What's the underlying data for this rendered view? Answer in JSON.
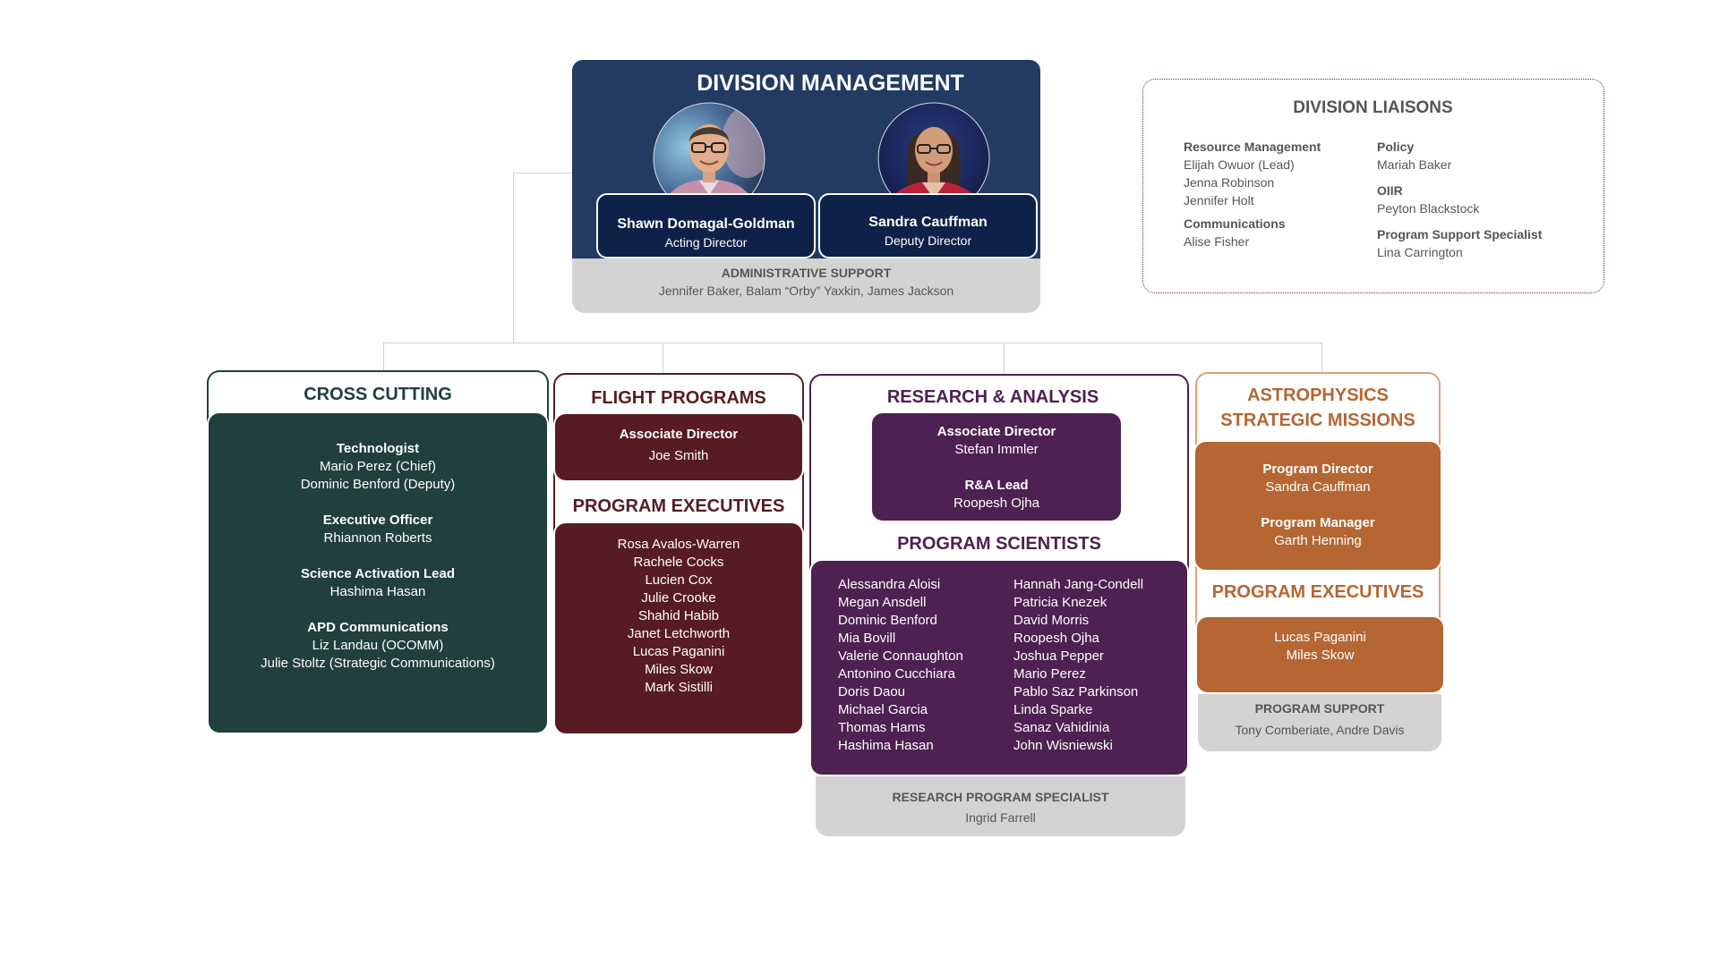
{
  "division_management": {
    "title": "DIVISION MANAGEMENT",
    "people": [
      {
        "name": "Shawn Domagal-Goldman",
        "role": "Acting Director"
      },
      {
        "name": "Sandra Cauffman",
        "role": "Deputy Director"
      }
    ],
    "admin_support": {
      "title": "ADMINISTRATIVE SUPPORT",
      "names": "Jennifer Baker, Balam “Orby” Yaxkin, James Jackson"
    }
  },
  "liaisons": {
    "title": "DIVISION LIAISONS",
    "left": [
      {
        "heading": "Resource Management",
        "names": [
          "Elijah Owuor (Lead)",
          "Jenna Robinson",
          "Jennifer Holt"
        ]
      },
      {
        "heading": "Communications",
        "names": [
          "Alise Fisher"
        ]
      }
    ],
    "right": [
      {
        "heading": "Policy",
        "names": [
          "Mariah Baker"
        ]
      },
      {
        "heading": "OIIR",
        "names": [
          "Peyton Blackstock"
        ]
      },
      {
        "heading": "Program Support Specialist",
        "names": [
          "Lina Carrington"
        ]
      }
    ]
  },
  "cross_cutting": {
    "title": "CROSS CUTTING",
    "groups": [
      {
        "heading": "Technologist",
        "names": [
          "Mario Perez (Chief)",
          "Dominic Benford (Deputy)"
        ]
      },
      {
        "heading": "Executive Officer",
        "names": [
          "Rhiannon Roberts"
        ]
      },
      {
        "heading": "Science Activation Lead",
        "names": [
          "Hashima Hasan"
        ]
      },
      {
        "heading": "APD Communications",
        "names": [
          "Liz Landau (OCOMM)",
          "Julie Stoltz (Strategic Communications)"
        ]
      }
    ]
  },
  "flight_programs": {
    "title": "FLIGHT PROGRAMS",
    "assoc_heading": "Associate Director",
    "assoc_name": "Joe Smith",
    "pe_title": "PROGRAM EXECUTIVES",
    "pe_names": [
      "Rosa Avalos-Warren",
      "Rachele Cocks",
      "Lucien Cox",
      "Julie Crooke",
      "Shahid Habib",
      "Janet Letchworth",
      "Lucas Paganini",
      "Miles Skow",
      "Mark Sistilli"
    ]
  },
  "research_analysis": {
    "title": "RESEARCH & ANALYSIS",
    "assoc_heading": "Associate Director",
    "assoc_name": "Stefan Immler",
    "lead_heading": "R&A Lead",
    "lead_name": "Roopesh Ojha",
    "ps_title": "PROGRAM SCIENTISTS",
    "ps_left": [
      "Alessandra Aloisi",
      "Megan Ansdell",
      "Dominic Benford",
      "Mia Bovill",
      "Valerie Connaughton",
      "Antonino Cucchiara",
      "Doris Daou",
      "Michael Garcia",
      "Thomas Hams",
      "Hashima Hasan"
    ],
    "ps_right": [
      "Hannah Jang-Condell",
      "Patricia Knezek",
      "David Morris",
      "Roopesh Ojha",
      "Joshua Pepper",
      "Mario Perez",
      "Pablo Saz Parkinson",
      "Linda Sparke",
      "Sanaz Vahidinia",
      "John Wisniewski"
    ],
    "rps_title": "RESEARCH PROGRAM SPECIALIST",
    "rps_name": "Ingrid Farrell"
  },
  "astrophysics": {
    "title_line1": "ASTROPHYSICS",
    "title_line2": "STRATEGIC MISSIONS",
    "pd_heading": "Program Director",
    "pd_name": "Sandra Cauffman",
    "pm_heading": "Program Manager",
    "pm_name": "Garth Henning",
    "pe_title": "PROGRAM EXECUTIVES",
    "pe_names": [
      "Lucas Paganini",
      "Miles Skow"
    ],
    "ps_title": "PROGRAM SUPPORT",
    "ps_names": "Tony Comberiate, Andre Davis"
  },
  "colors": {
    "management_navy": "#233a63",
    "cross_cutting_green": "#213f3c",
    "flight_maroon": "#571c21",
    "research_purple": "#4d2151",
    "astro_orange": "#b56632"
  }
}
